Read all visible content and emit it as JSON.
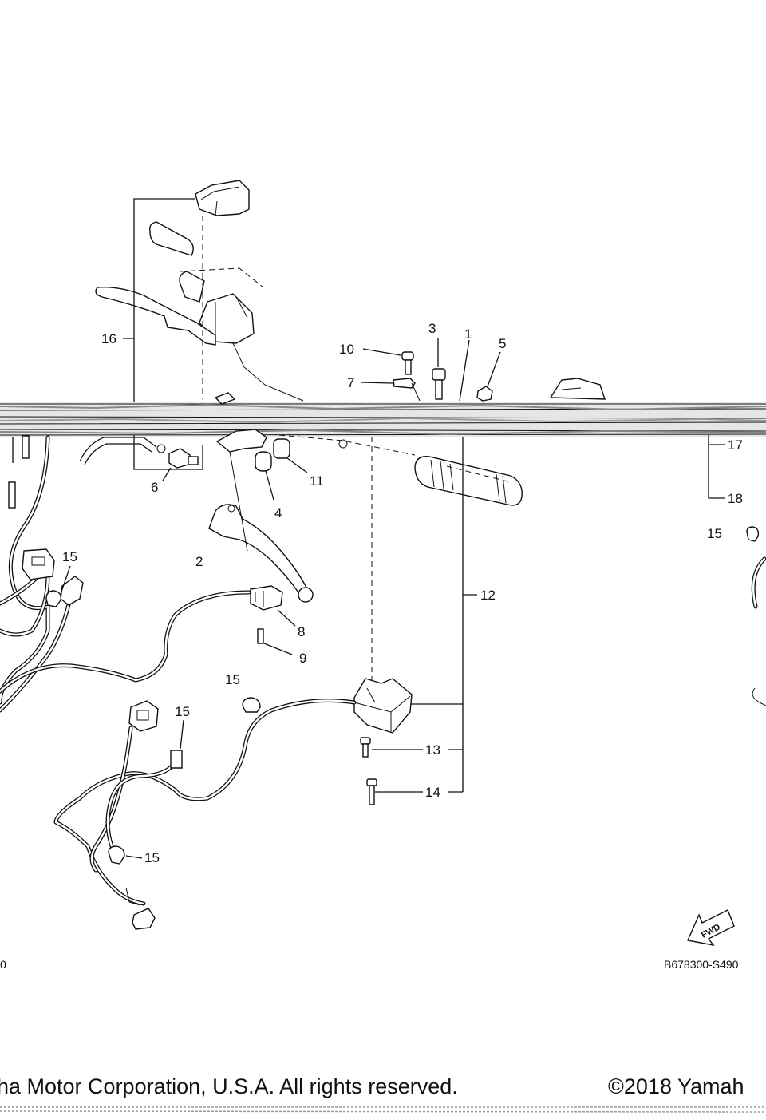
{
  "callouts": [
    {
      "id": "c1",
      "text": "1"
    },
    {
      "id": "c2",
      "text": "2"
    },
    {
      "id": "c3",
      "text": "3"
    },
    {
      "id": "c4",
      "text": "4"
    },
    {
      "id": "c5",
      "text": "5"
    },
    {
      "id": "c6",
      "text": "6"
    },
    {
      "id": "c7",
      "text": "7"
    },
    {
      "id": "c8",
      "text": "8"
    },
    {
      "id": "c9",
      "text": "9"
    },
    {
      "id": "c10",
      "text": "10"
    },
    {
      "id": "c11",
      "text": "11"
    },
    {
      "id": "c12",
      "text": "12"
    },
    {
      "id": "c13",
      "text": "13"
    },
    {
      "id": "c14",
      "text": "14"
    },
    {
      "id": "c15a",
      "text": "15"
    },
    {
      "id": "c15b",
      "text": "15"
    },
    {
      "id": "c15c",
      "text": "15"
    },
    {
      "id": "c15d",
      "text": "15"
    },
    {
      "id": "c15e",
      "text": "15"
    },
    {
      "id": "c16",
      "text": "16"
    },
    {
      "id": "c17",
      "text": "17"
    },
    {
      "id": "c18",
      "text": "18"
    }
  ],
  "fwd_label": "FWD",
  "diagram_code": "B678300-S490",
  "left_code_fragment": "0",
  "footer": {
    "rights": "ha Motor Corporation, U.S.A. All rights reserved.",
    "copyright": "©2018 Yamah"
  }
}
